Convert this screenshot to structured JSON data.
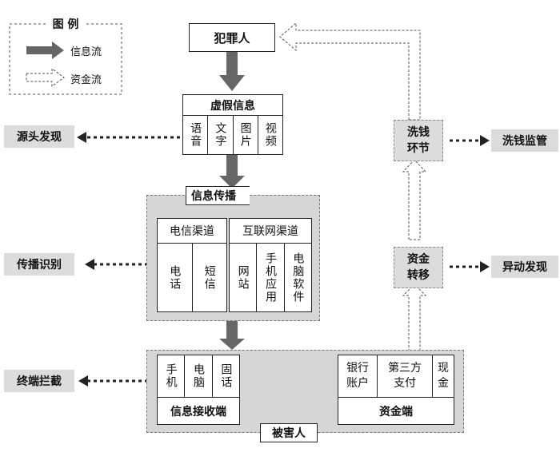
{
  "legend": {
    "title": "图 例",
    "info_flow": "信息流",
    "fund_flow": "资金流"
  },
  "criminal": "犯罪人",
  "false_info": {
    "title": "虚假信息",
    "types": [
      "语音",
      "文字",
      "图片",
      "视频"
    ]
  },
  "source_detect": "源头发现",
  "transmission": {
    "label": "信息传播",
    "telecom": {
      "title": "电信渠道",
      "items": [
        "电话",
        "短信"
      ]
    },
    "internet": {
      "title": "互联网渠道",
      "items": [
        "网站",
        "手机应用",
        "电脑软件"
      ]
    }
  },
  "spread_identify": "传播识别",
  "receiver": {
    "devices": [
      "手机",
      "电脑",
      "固话"
    ],
    "title": "信息接收端"
  },
  "funds": {
    "items": [
      "银行账户",
      "第三方支付",
      "现金"
    ],
    "title": "资金端"
  },
  "victim": "被害人",
  "terminal_intercept": "终端拦截",
  "laundering": "洗钱环节",
  "laundering_monitor": "洗钱监管",
  "fund_transfer": "资金转移",
  "anomaly_detect": "异动发现"
}
